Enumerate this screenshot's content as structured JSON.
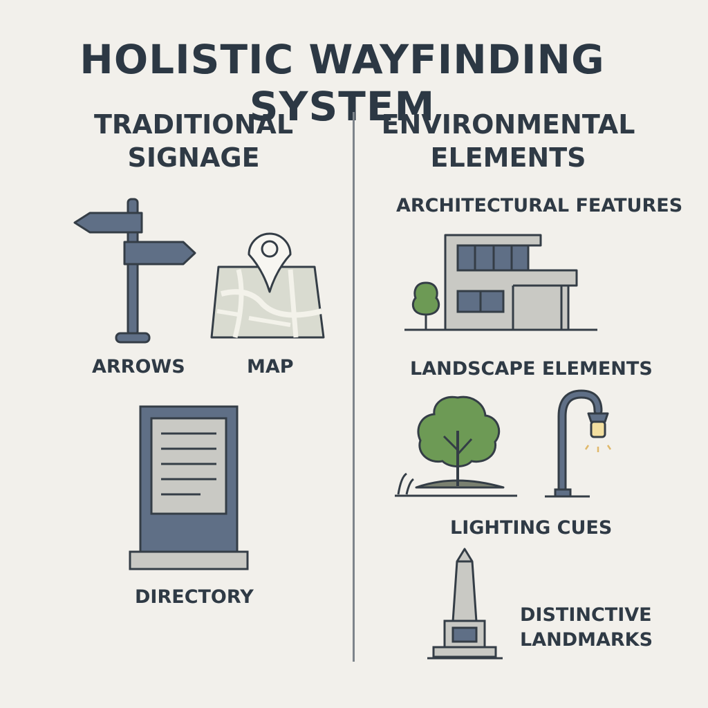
{
  "title": "HOLISTIC WAYFINDING SYSTEM",
  "left_column": {
    "heading_line1": "TRADITIONAL",
    "heading_line2": "SIGNAGE",
    "items": {
      "arrows": "ARROWS",
      "map": "MAP",
      "directory": "DIRECTORY"
    }
  },
  "right_column": {
    "heading_line1": "ENVIRONMENTAL",
    "heading_line2": "ELEMENTS",
    "items": {
      "architectural": "ARCHITECTURAL FEATURES",
      "landscape": "LANDSCAPE ELEMENTS",
      "lighting": "LIGHTING CUES",
      "landmarks_line1": "DISTINCTIVE",
      "landmarks_line2": "LANDMARKS"
    }
  },
  "colors": {
    "background": "#f2f0eb",
    "slate": "#5f6f86",
    "outline": "#343d46",
    "light_gray": "#c9c9c4",
    "green": "#6d9a55",
    "lamp_glow": "#f3dfa0"
  },
  "icons": [
    "signpost-icon",
    "map-pin-icon",
    "directory-board-icon",
    "building-icon",
    "tree-icon",
    "street-lamp-icon",
    "obelisk-icon"
  ]
}
